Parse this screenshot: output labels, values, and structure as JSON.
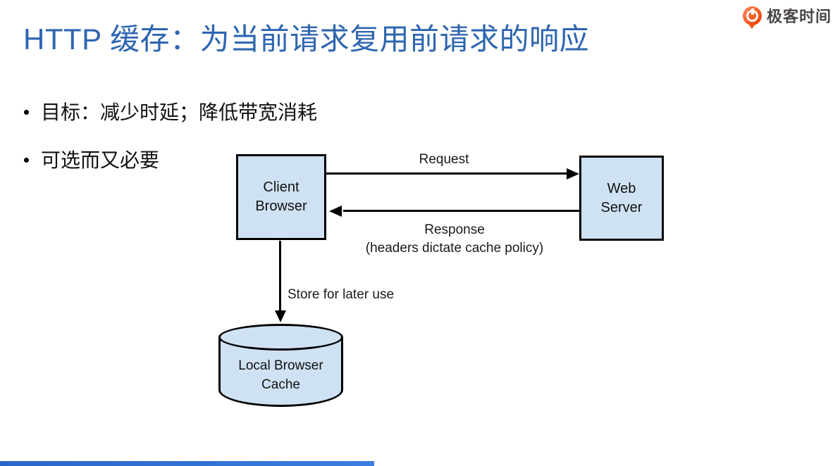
{
  "header": {
    "title": "HTTP 缓存：为当前请求复用前请求的响应",
    "title_color": "#2e66b0",
    "logo": {
      "text": "极客时间",
      "icon_color": "#f4510f",
      "text_color": "#4a4648"
    }
  },
  "bullets": {
    "items": [
      {
        "text": "目标：减少时延；降低带宽消耗"
      },
      {
        "text": "可选而又必要"
      }
    ]
  },
  "diagram": {
    "node_fill": "#cfe2f3",
    "stroke": "#000000",
    "nodes": {
      "client": {
        "line1": "Client",
        "line2": "Browser"
      },
      "server": {
        "line1": "Web",
        "line2": "Server"
      },
      "cache": {
        "line1": "Local Browser",
        "line2": "Cache"
      }
    },
    "edges": {
      "request": {
        "label": "Request"
      },
      "response": {
        "label_line1": "Response",
        "label_line2": "(headers dictate cache policy)"
      },
      "store": {
        "label": "Store for later use"
      }
    }
  },
  "footer": {
    "bar_color": "#2e6fd0"
  }
}
